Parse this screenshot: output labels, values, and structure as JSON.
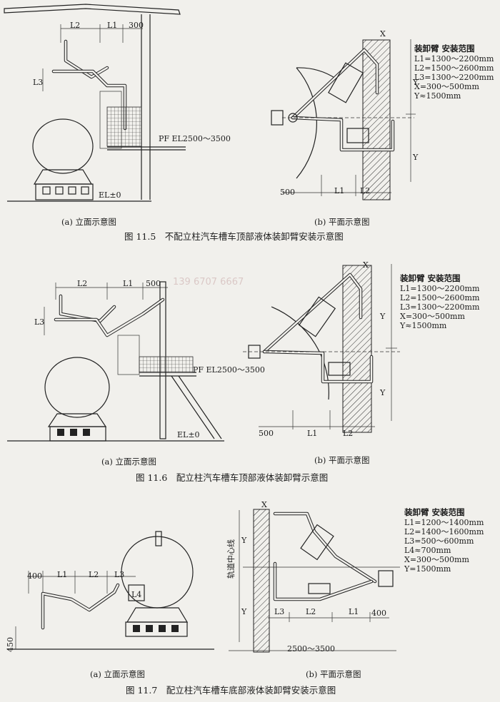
{
  "fig5": {
    "dims": {
      "L2": "L2",
      "L1": "L1",
      "d300": "300",
      "L3": "L3"
    },
    "platform": "PF EL2500～3500",
    "ground": "EL±0",
    "x": "X",
    "y1": "Y",
    "y2": "Y",
    "d500": "500",
    "pl1": "L1",
    "pl2": "L2",
    "range": {
      "title": "装卸臂 安装范围",
      "lines": [
        "L1=1300～2200mm",
        "L2=1500～2600mm",
        "L3=1300～2200mm",
        "X=300～500mm",
        "Y≈1500mm"
      ]
    },
    "sub_a": "(a) 立面示意图",
    "sub_b": "(b) 平面示意图",
    "caption": "图 11.5　不配立柱汽车槽车顶部液体装卸臂安装示意图"
  },
  "fig6": {
    "dims": {
      "L2": "L2",
      "L1": "L1",
      "d500": "500",
      "L3": "L3"
    },
    "platform": "PF EL2500～3500",
    "ground": "EL±0",
    "x": "X",
    "y1": "Y",
    "y2": "Y",
    "d500p": "500",
    "pl1": "L1",
    "pl2": "L2",
    "range": {
      "title": "装卸臂 安装范围",
      "lines": [
        "L1=1300～2200mm",
        "L2=1500～2600mm",
        "L3=1300～2200mm",
        "X=300～500mm",
        "Y≈1500mm"
      ]
    },
    "sub_a": "(a) 立面示意图",
    "sub_b": "(b) 平面示意图",
    "caption": "图 11.6　配立柱汽车槽车顶部液体装卸臂示意图"
  },
  "fig7": {
    "dims": {
      "d400": "400",
      "L1": "L1",
      "L2": "L2",
      "L3": "L3",
      "L4": "L4",
      "d450": "450"
    },
    "x": "X",
    "y1": "Y",
    "y2": "Y",
    "axis": "轨道中心线",
    "pl3": "L3",
    "pl2": "L2",
    "pl1": "L1",
    "d400p": "400",
    "width": "2500～3500",
    "range": {
      "title": "装卸臂 安装范围",
      "lines": [
        "L1=1200～1400mm",
        "L2=1400～1600mm",
        "L3=500～600mm",
        "L4≈700mm",
        "X=300～500mm",
        "Y=1500mm"
      ]
    },
    "sub_a": "(a) 立面示意图",
    "sub_b": "(b) 平面示意图",
    "caption": "图 11.7　配立柱汽车槽车底部液体装卸臂安装示意图"
  },
  "watermark": "139 6707 6667"
}
